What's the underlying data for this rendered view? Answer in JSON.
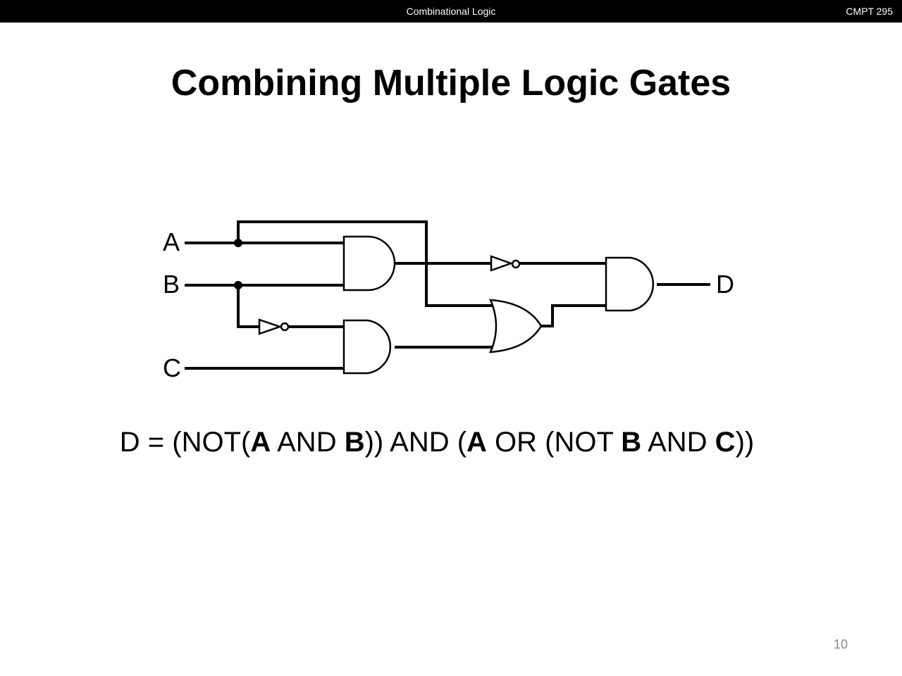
{
  "header": {
    "center": "Combinational Logic",
    "right": "CMPT 295"
  },
  "title": "Combining Multiple Logic Gates",
  "diagram": {
    "inputs": [
      "A",
      "B",
      "C"
    ],
    "output": "D"
  },
  "equation": {
    "p1": "D = (NOT(",
    "a1": "A",
    "p2": " AND ",
    "b1": "B",
    "p3": ")) AND (",
    "a2": "A",
    "p4": " OR (NOT ",
    "b2": "B",
    "p5": " AND ",
    "c1": "C",
    "p6": "))"
  },
  "page_number": "10"
}
